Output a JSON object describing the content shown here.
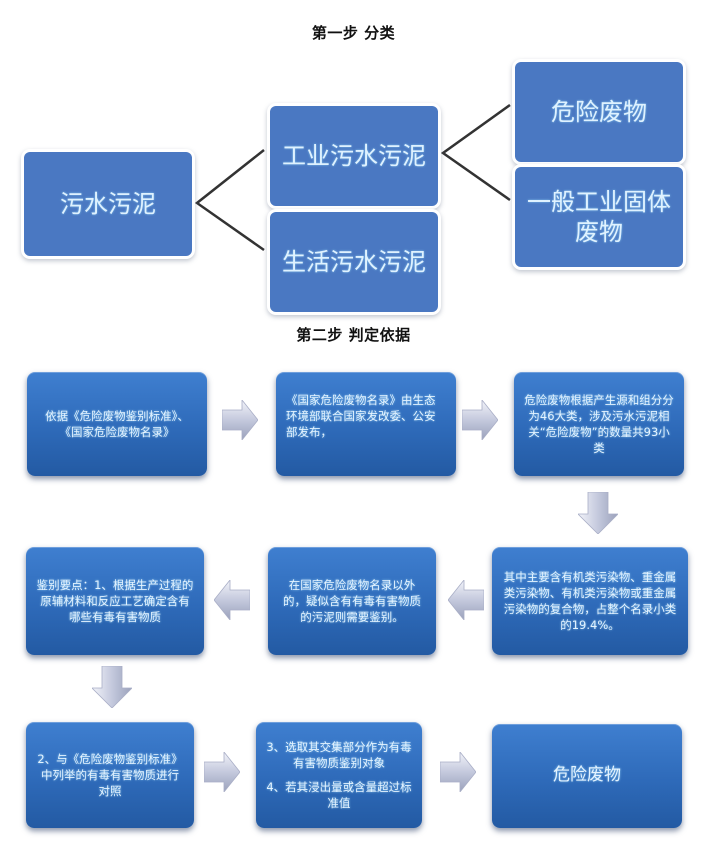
{
  "step1": {
    "title": "第一步 分类",
    "root": "污水污泥",
    "level2": [
      "工业污水污泥",
      "生活污水污泥"
    ],
    "level3": [
      "危险废物",
      "一般工业固体废物"
    ]
  },
  "step2": {
    "title": "第二步 判定依据",
    "boxes": [
      "依据《危险废物鉴别标准》、《国家危险废物名录》",
      "《国家危险废物名录》由生态环境部联合国家发改委、公安部发布，",
      "危险废物根据产生源和组分分为46大类，涉及污水污泥相关“危险废物”的数量共93小类",
      "其中主要含有机类污染物、重金属类污染物、有机类污染物或重金属污染物的复合物，占整个名录小类的19.4%。",
      "在国家危险废物名录以外的，疑似含有有毒有害物质的污泥则需要鉴别。",
      "鉴别要点：1、根据生产过程的原辅材料和反应工艺确定含有哪些有毒有害物质",
      "2、与《危险废物鉴别标准》中列举的有毒有害物质进行对照",
      "3、选取其交集部分作为有毒有害物质鉴别对象",
      "4、若其浸出量或含量超过标准值",
      "危险废物"
    ]
  },
  "colors": {
    "step1_box": "#4a78c2",
    "step2_box": "#2e6ab9",
    "connector": "#333333",
    "arrow": "#c8cde0",
    "text": "#e4f3ff"
  }
}
